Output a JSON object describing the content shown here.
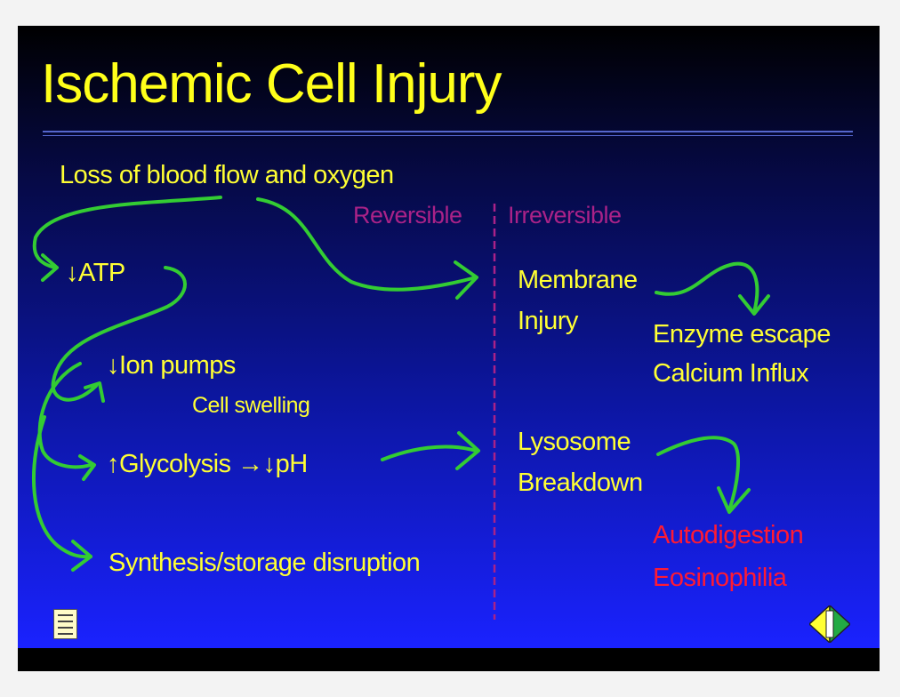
{
  "slide": {
    "title": "Ischemic Cell Injury",
    "nodes": {
      "cause": "Loss of blood flow and oxygen",
      "reversible": "Reversible",
      "irreversible": "Irreversible",
      "atp": "↓ATP",
      "ion_pumps": "↓Ion pumps",
      "cell_swelling": "Cell swelling",
      "glycolysis": "↑Glycolysis →↓pH",
      "synthesis": "Synthesis/storage disruption",
      "membrane_line1": "Membrane",
      "membrane_line2": "Injury",
      "enzyme_escape": "Enzyme escape",
      "calcium_influx": "Calcium Influx",
      "lysosome_line1": "Lysosome",
      "lysosome_line2": "Breakdown",
      "autodigestion": "Autodigestion",
      "eosinophilia": "Eosinophilia"
    },
    "colors": {
      "text": "#ffff33",
      "arrow": "#33cc33",
      "outcome": "#ff1a33",
      "divider": "#aa2288"
    },
    "icons": [
      "notes-icon",
      "navigation-icon"
    ]
  }
}
